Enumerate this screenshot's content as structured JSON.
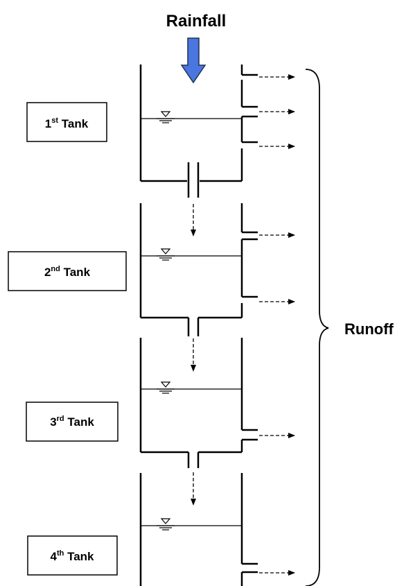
{
  "title": "Rainfall",
  "runoff_label": "Runoff",
  "tanks": [
    {
      "num": "1",
      "sup": "st",
      "word": "Tank"
    },
    {
      "num": "2",
      "sup": "nd",
      "word": "Tank"
    },
    {
      "num": "3",
      "sup": "rd",
      "word": "Tank"
    },
    {
      "num": "4",
      "sup": "th",
      "word": "Tank"
    }
  ],
  "colors": {
    "rainfall_arrow": "#4a76e0",
    "line": "#000000"
  },
  "icons": {
    "water_level": "water-level-icon",
    "rainfall": "down-arrow-icon",
    "outflow": "dashed-arrow-icon",
    "brace": "curly-brace-icon"
  }
}
